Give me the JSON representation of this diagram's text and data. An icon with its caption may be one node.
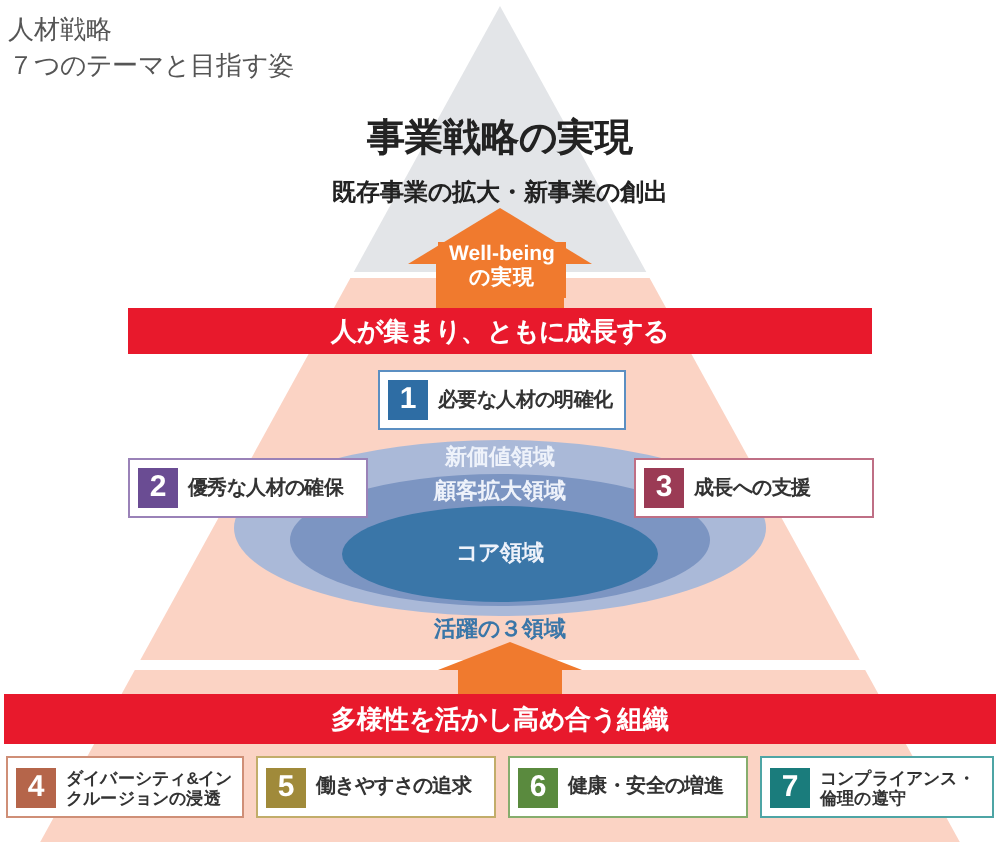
{
  "diagram": {
    "title": "人材戦略",
    "nodes": [
      {
        "text": [
          "事業戦略の実現",
          "既存事業の拡大・新事業の創出"
        ]
      },
      {
        "text": [
          "人が集まり、ともに成長する"
        ]
      },
      {
        "text": [
          "1",
          "必要な人材の明確化"
        ]
      },
      {
        "text": [
          "2",
          "優秀な人材の確保"
        ]
      },
      {
        "text": [
          "3",
          "成長への支援"
        ]
      },
      {
        "text": [
          "新価値領域"
        ],
        "beside": [
          "活躍の３領域"
        ]
      },
      {
        "text": [
          "顧客拡大領域"
        ],
        "in": 5
      },
      {
        "text": [
          "コア領域"
        ],
        "in": 6
      },
      {
        "text": [
          "多様性を活かし高め合う組織"
        ]
      },
      {
        "text": [
          "4",
          "ダイバーシティ&インクルージョンの浸透"
        ]
      },
      {
        "text": [
          "5",
          "働きやすさの追求"
        ]
      },
      {
        "text": [
          "6",
          "健康・安全の増進"
        ]
      },
      {
        "text": [
          "7",
          "コンプライアンス・倫理の遵守"
        ]
      }
    ],
    "edges": [
      {
        "from": 1,
        "to": 0,
        "arrow": "to",
        "label": "Well-being の実現"
      },
      {
        "from": 8,
        "to": 5,
        "arrow": "to"
      }
    ],
    "labels": [
      "７つのテーマと目指す姿"
    ]
  }
}
